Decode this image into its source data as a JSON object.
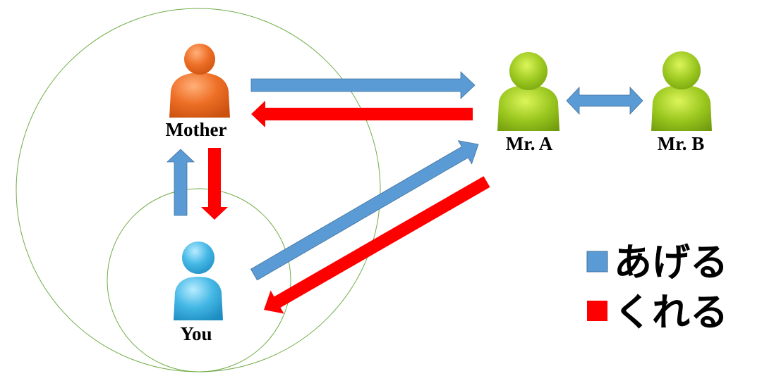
{
  "people": {
    "mother": {
      "label": "Mother",
      "color": "#e8641e"
    },
    "you": {
      "label": "You",
      "color": "#3fb0dc"
    },
    "mr_a": {
      "label": "Mr. A",
      "color": "#8fbf1a"
    },
    "mr_b": {
      "label": "Mr. B",
      "color": "#8fbf1a"
    }
  },
  "legend": {
    "ageru": {
      "label": "あげる",
      "color": "#5b9bd5"
    },
    "kureru": {
      "label": "くれる",
      "color": "#ff0000"
    }
  },
  "colors": {
    "circle": "#70ad47",
    "give": "#5b9bd5",
    "receive": "#ff0000"
  }
}
